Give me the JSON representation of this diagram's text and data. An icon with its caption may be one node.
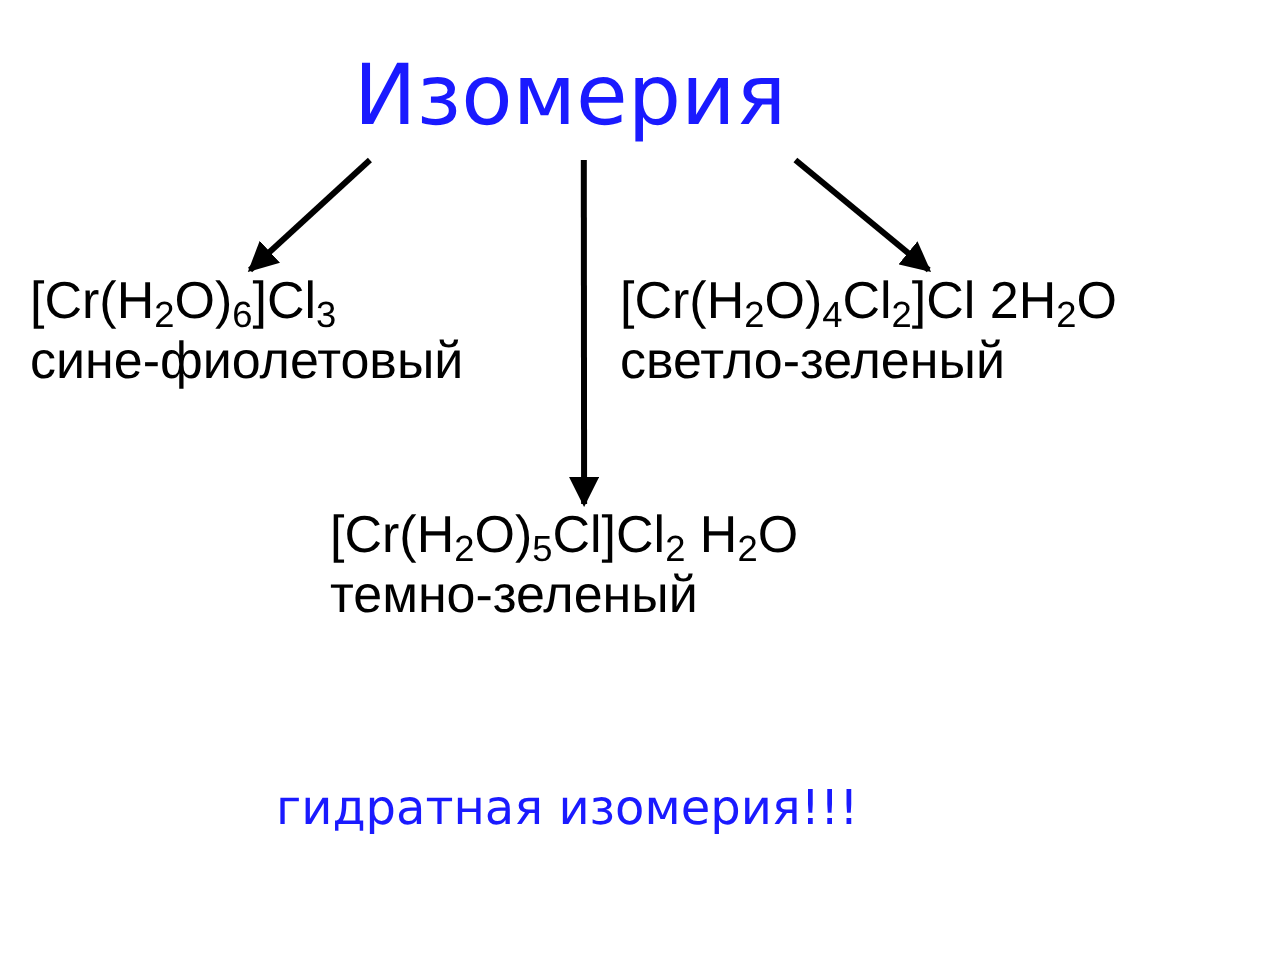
{
  "diagram": {
    "nodes": [
      {
        "text": [
          "Изомерия"
        ]
      },
      {
        "text": [
          "[Cr(H$_{2}$O)$_{6}$]Cl$_{3}$",
          "сине-фиолетовый"
        ]
      },
      {
        "text": [
          "[Cr(H$_{2}$O)$_{4}$Cl$_{2}$]Cl 2H$_{2}$O",
          "светло-зеленый"
        ]
      },
      {
        "text": [
          "[Cr(H$_{2}$O)$_{5}$Cl]Cl$_{2}$ H$_{2}$O",
          "темно-зеленый"
        ]
      }
    ],
    "edges": [
      {
        "from": 0,
        "to": 1,
        "arrow": "to"
      },
      {
        "from": 0,
        "to": 2,
        "arrow": "to"
      },
      {
        "from": 0,
        "to": 3,
        "arrow": "to"
      }
    ],
    "labels": [
      "гидратная изомерия!!!"
    ]
  }
}
